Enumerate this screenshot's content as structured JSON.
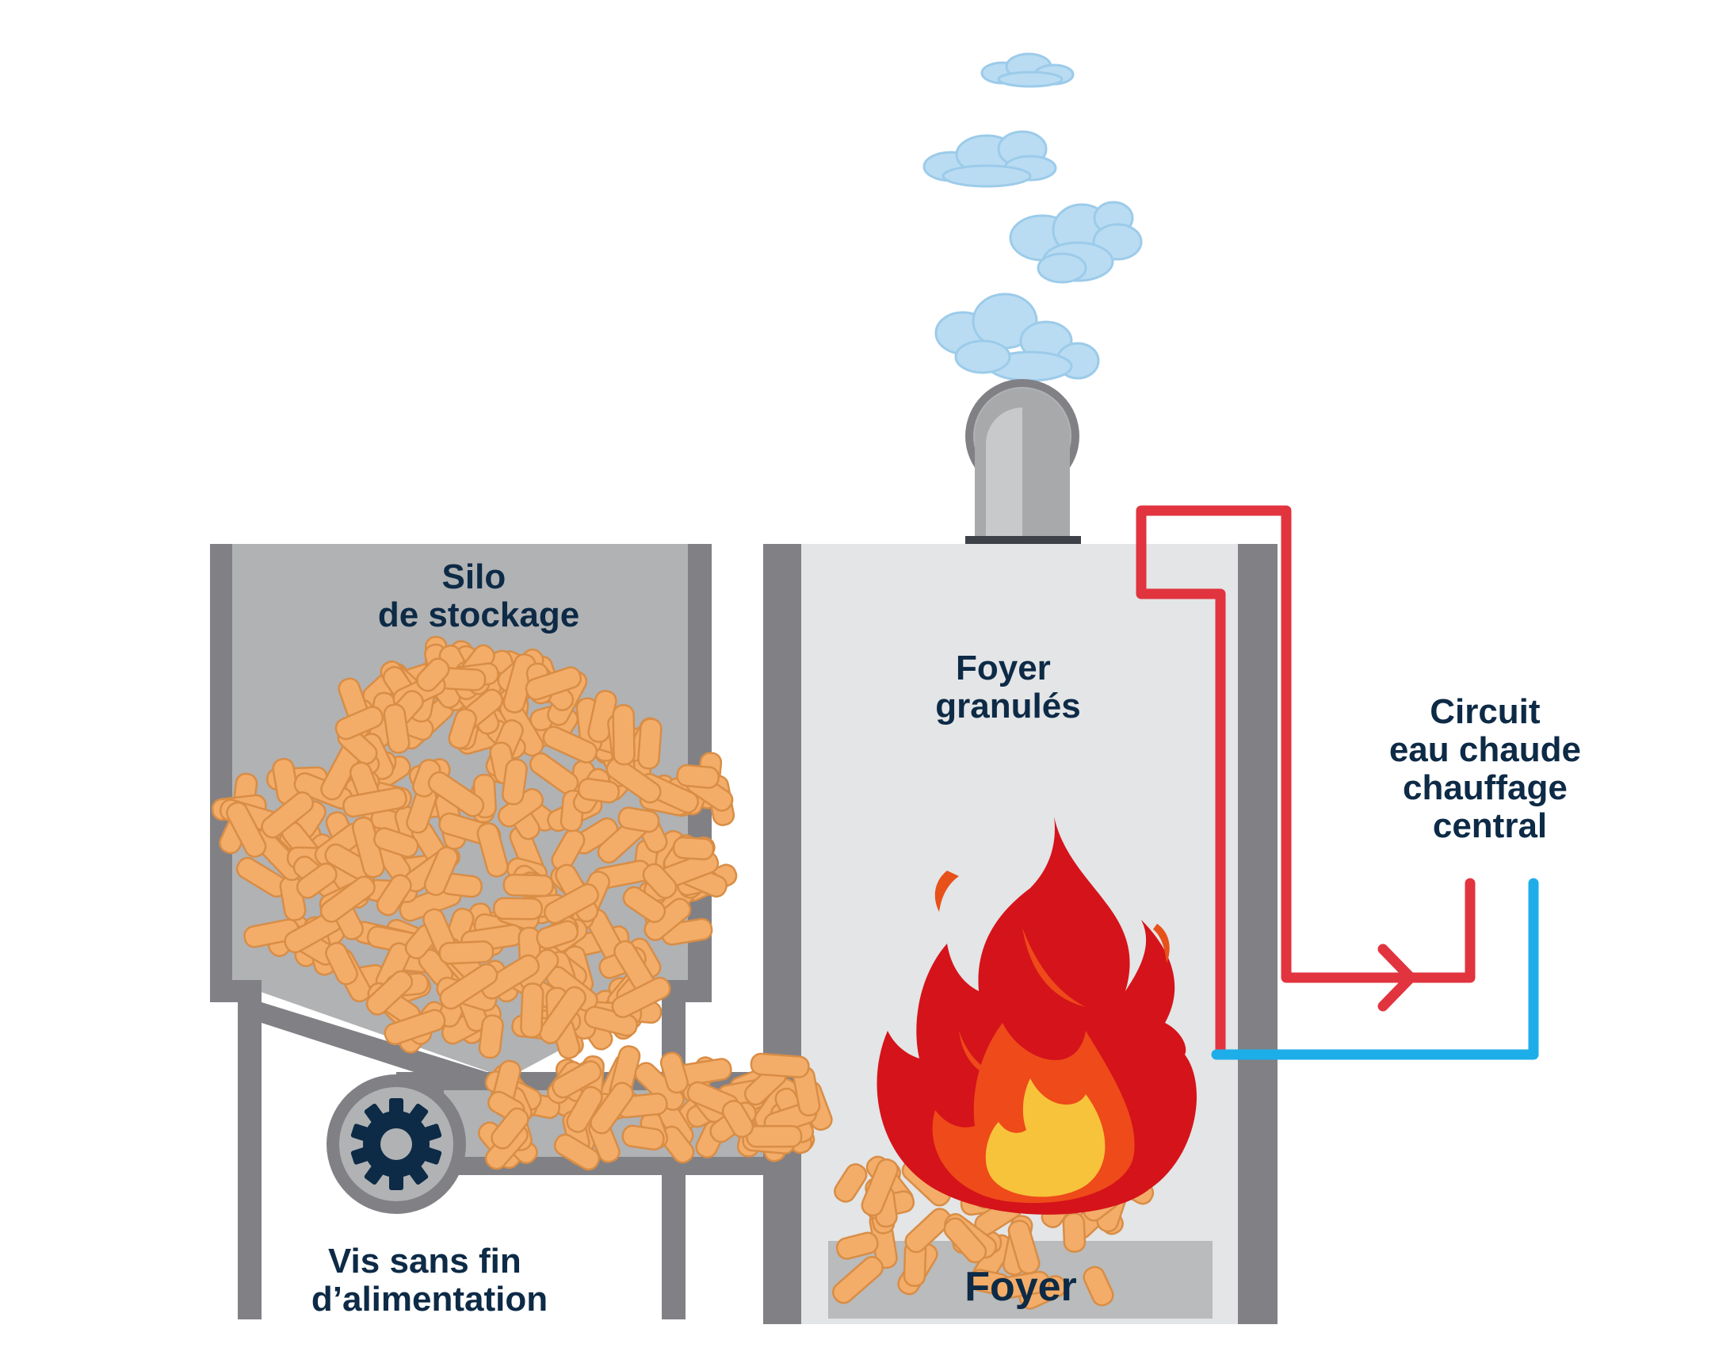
{
  "labels": {
    "silo": [
      "Silo",
      "de stockage"
    ],
    "foyer_granules": [
      "Foyer",
      "granulés"
    ],
    "circuit": [
      "Circuit",
      "eau chaude",
      "chauffage",
      "central"
    ],
    "vis": [
      "Vis sans fin",
      "d’alimentation"
    ],
    "foyer": "Foyer"
  },
  "icons": {
    "smoke": "cloud-icon",
    "flame": "flame-icon",
    "gear": "gear-icon",
    "arrow": "arrow-right-icon"
  },
  "colors": {
    "wall": "#818085",
    "silo_fill": "#b0b2b4",
    "boiler_fill": "#e3e5e6",
    "ash_bed": "#b9bbbc",
    "pellet": "#f3ad69",
    "pellet_stroke": "#d98d45",
    "hot_pipe": "#e1343f",
    "cold_pipe": "#1daee9",
    "flame_outer": "#d5131a",
    "flame_mid": "#ee4a1a",
    "flame_core": "#f7c33a",
    "smoke": "#b9dcf2",
    "text": "#0d2a46",
    "gear": "#0d2a46"
  }
}
